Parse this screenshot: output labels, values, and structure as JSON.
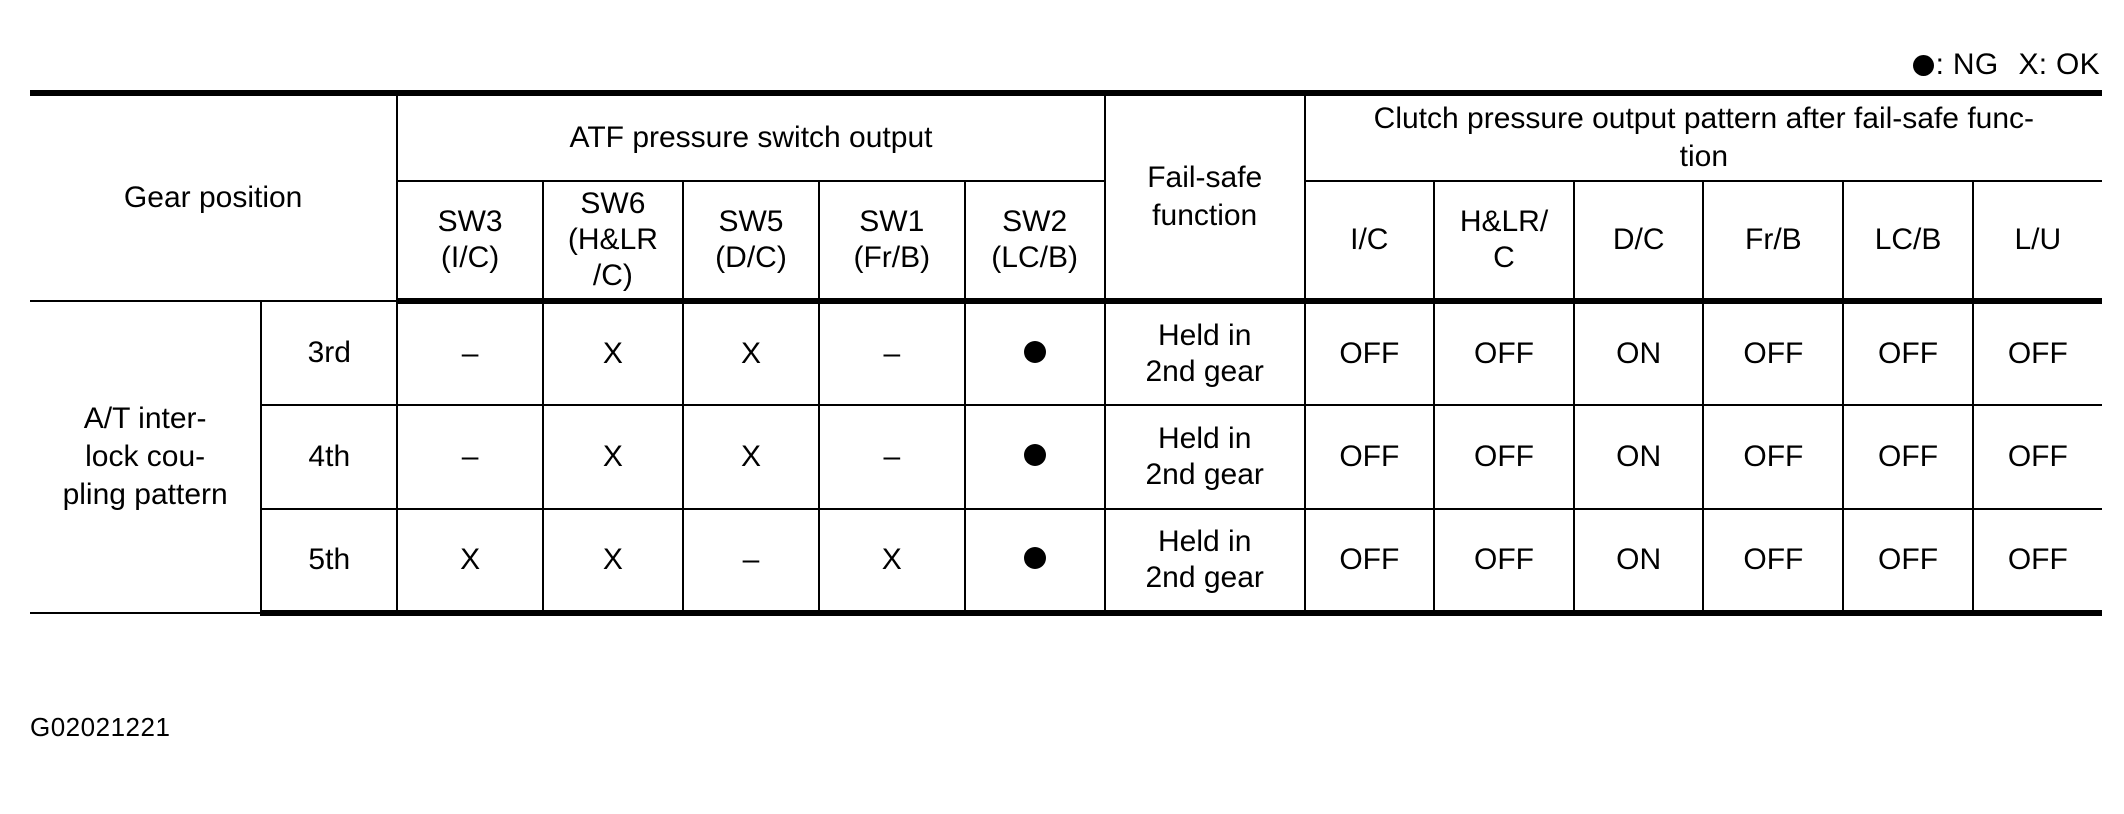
{
  "legend": {
    "ng_symbol": "●",
    "ng_text": ": NG",
    "ok_text": "X: OK",
    "full_text": "●: NG  X: OK"
  },
  "table": {
    "header": {
      "gear_position": "Gear position",
      "atf_group": "ATF pressure switch output",
      "fail_safe": "Fail-safe\nfunction",
      "clutch_group": "Clutch pressure output pattern after fail-safe func-\ntion",
      "switch_columns": [
        "SW3\n(I/C)",
        "SW6\n(H&LR\n/C)",
        "SW5\n(D/C)",
        "SW1\n(Fr/B)",
        "SW2\n(LC/B)"
      ],
      "clutch_columns": [
        "I/C",
        "H&LR/\nC",
        "D/C",
        "Fr/B",
        "LC/B",
        "L/U"
      ]
    },
    "row_group_label": "A/T inter-\nlock cou-\npling pattern",
    "rows": [
      {
        "gear": "3rd",
        "switches": [
          "–",
          "X",
          "X",
          "–",
          "●"
        ],
        "fail_safe": "Held in\n2nd gear",
        "clutches": [
          "OFF",
          "OFF",
          "ON",
          "OFF",
          "OFF",
          "OFF"
        ]
      },
      {
        "gear": "4th",
        "switches": [
          "–",
          "X",
          "X",
          "–",
          "●"
        ],
        "fail_safe": "Held in\n2nd gear",
        "clutches": [
          "OFF",
          "OFF",
          "ON",
          "OFF",
          "OFF",
          "OFF"
        ]
      },
      {
        "gear": "5th",
        "switches": [
          "X",
          "X",
          "–",
          "X",
          "●"
        ],
        "fail_safe": "Held in\n2nd gear",
        "clutches": [
          "OFF",
          "OFF",
          "ON",
          "OFF",
          "OFF",
          "OFF"
        ]
      }
    ]
  },
  "caption": "G02021221"
}
